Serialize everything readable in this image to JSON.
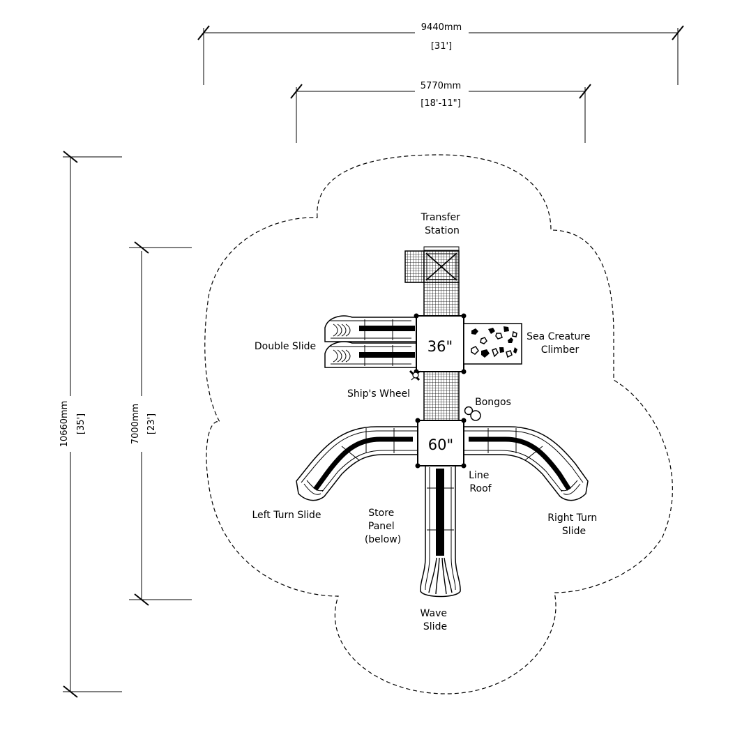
{
  "dimensions": {
    "overall_width": {
      "metric": "9440mm",
      "imperial": "[31']"
    },
    "structure_width": {
      "metric": "5770mm",
      "imperial": "[18'-11\"]"
    },
    "overall_length": {
      "metric": "10660mm",
      "imperial": "[35']"
    },
    "structure_length": {
      "metric": "7000mm",
      "imperial": "[23']"
    }
  },
  "decks": {
    "upper": "36\"",
    "lower": "60\""
  },
  "labels": {
    "transfer_station": [
      "Transfer",
      "Station"
    ],
    "sea_creature_climber": [
      "Sea Creature",
      "Climber"
    ],
    "double_slide": "Double Slide",
    "ships_wheel": "Ship's Wheel",
    "bongos": "Bongos",
    "line_roof": [
      "Line",
      "Roof"
    ],
    "left_turn_slide": "Left Turn Slide",
    "store_panel": [
      "Store",
      "Panel",
      "(below)"
    ],
    "right_turn_slide": [
      "Right Turn",
      "Slide"
    ],
    "wave_slide": [
      "Wave",
      "Slide"
    ]
  },
  "colors": {
    "line": "#000000",
    "background": "#ffffff"
  }
}
